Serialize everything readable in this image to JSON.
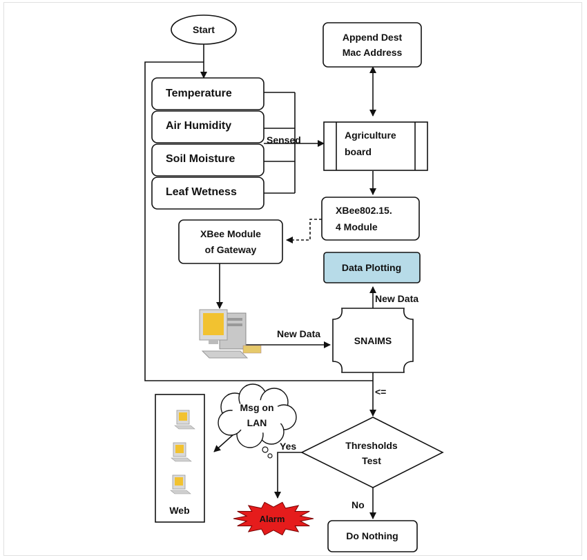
{
  "nodes": {
    "start": "Start",
    "append_line1": "Append Dest",
    "append_line2": "Mac Address",
    "temperature": "Temperature",
    "air_humidity": "Air Humidity",
    "soil_moisture": "Soil Moisture",
    "leaf_wetness": "Leaf Wetness",
    "agri_line1": "Agriculture",
    "agri_line2": "board",
    "xbee_line1": "XBee802.15.",
    "xbee_line2": "4 Module",
    "gateway_line1": "XBee Module",
    "gateway_line2": "of Gateway",
    "data_plotting": "Data Plotting",
    "snaims": "SNAIMS",
    "msg_line1": "Msg on",
    "msg_line2": "LAN",
    "thresholds_line1": "Thresholds",
    "thresholds_line2": "Test",
    "web": "Web",
    "alarm": "Alarm",
    "do_nothing": "Do Nothing"
  },
  "edge_labels": {
    "sensed": "Sensed",
    "new_data_pc": "New Data",
    "new_data_plot": "New Data",
    "le": "<=",
    "yes": "Yes",
    "no": "No"
  },
  "colors": {
    "data_plotting_fill": "#b7dbe8",
    "alarm_fill": "#e51c1c",
    "monitor_screen": "#f2c230"
  }
}
